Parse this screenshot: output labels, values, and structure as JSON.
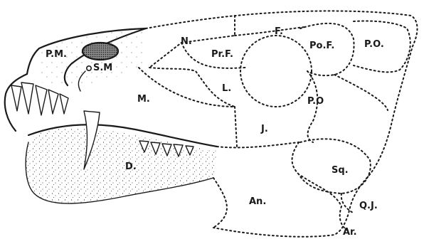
{
  "figure": {
    "labels": {
      "premaxilla": "P.M.",
      "nasal": "N.",
      "frontal": "F.",
      "postfrontal": "Po.F.",
      "postorbital_upper": "P.O.",
      "septomaxilla": "S.M",
      "prefrontal": "Pr.F.",
      "maxilla": "M.",
      "lacrimal": "L.",
      "postorbital_lower": "P.O",
      "jugal": "J.",
      "dentary": "D.",
      "squamosal": "Sq.",
      "angular": "An.",
      "quadratojugal": "Q.J.",
      "articular": "Ar."
    }
  }
}
